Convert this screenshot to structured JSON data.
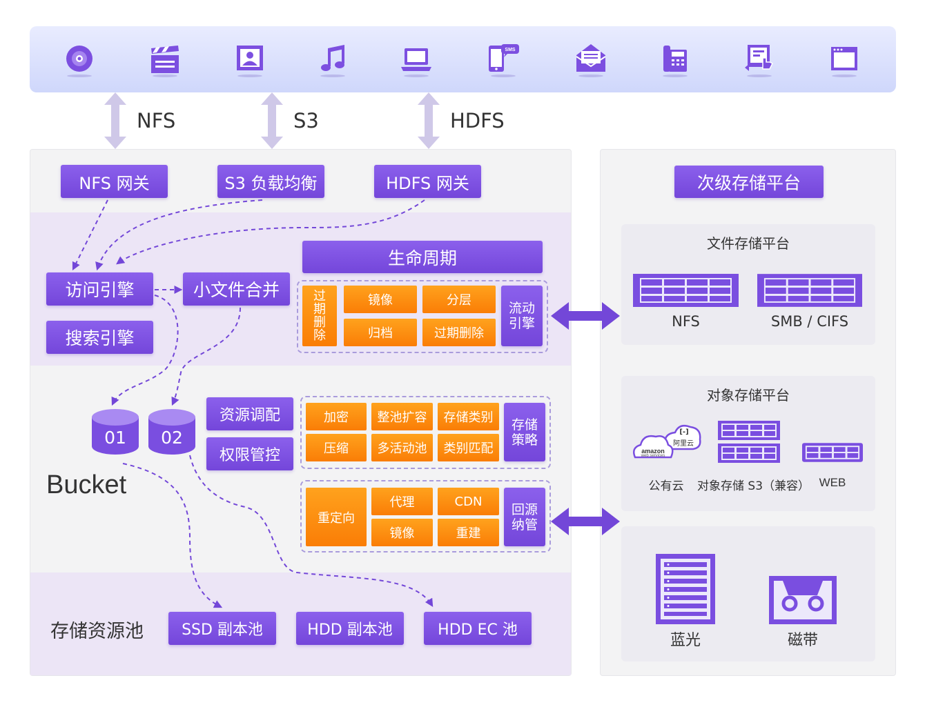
{
  "top_icons": [
    "disc-icon",
    "clapperboard-icon",
    "portrait-icon",
    "music-note-icon",
    "laptop-icon",
    "sms-phone-icon",
    "email-icon",
    "desk-phone-icon",
    "touch-kiosk-icon",
    "browser-window-icon"
  ],
  "protocols": {
    "nfs": "NFS",
    "s3": "S3",
    "hdfs": "HDFS"
  },
  "gateways": {
    "nfs": "NFS 网关",
    "s3": "S3 负载均衡",
    "hdfs": "HDFS 网关"
  },
  "engines": {
    "access": "访问引擎",
    "search": "搜索引擎",
    "merge": "小文件合并"
  },
  "lifecycle": {
    "title": "生命周期",
    "expire_vertical": "过期删除",
    "items": [
      "镜像",
      "分层",
      "归档",
      "过期删除"
    ],
    "flow_engine": "流动引擎"
  },
  "buckets": {
    "b1": "01",
    "b2": "02",
    "label": "Bucket"
  },
  "controls": {
    "resource": "资源调配",
    "permission": "权限管控"
  },
  "storage_policy": {
    "items": [
      "加密",
      "整池扩容",
      "存储类别",
      "压缩",
      "多活动池",
      "类别匹配"
    ],
    "label": "存储策略"
  },
  "backsource": {
    "redirect": "重定向",
    "items": [
      "代理",
      "CDN",
      "镜像",
      "重建"
    ],
    "label": "回源纳管"
  },
  "pool": {
    "label": "存储资源池",
    "ssd": "SSD 副本池",
    "hdd": "HDD 副本池",
    "ec": "HDD EC 池"
  },
  "secondary": {
    "title": "次级存储平台",
    "file": {
      "title": "文件存储平台",
      "nfs": "NFS",
      "smb": "SMB / CIFS"
    },
    "object": {
      "title": "对象存储平台",
      "public": "公有云",
      "s3": "对象存储 S3（兼容）",
      "web": "WEB",
      "aliyun": "阿里云",
      "aliyun_mark": "[-]",
      "amazon": "amazon",
      "amazon_sub": "web services"
    },
    "offline": {
      "bluray": "蓝光",
      "tape": "磁带"
    }
  },
  "colors": {
    "purple": "#7a4ee0",
    "orange": "#fa8a10",
    "topbar": "#d8defc",
    "band": "#ece5f6",
    "arrow": "#7347d8"
  }
}
